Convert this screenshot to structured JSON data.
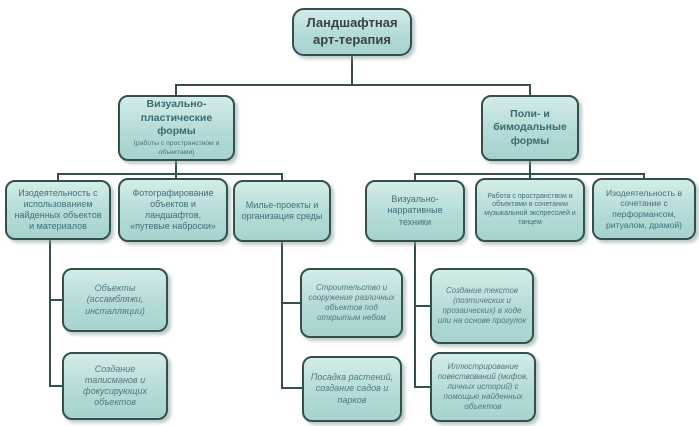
{
  "diagram": {
    "title": "Ландшафтная арт-терапия",
    "colors": {
      "box_fill_top": "#d3ece9",
      "box_fill_bottom": "#a6d3cf",
      "box_border": "#33504f",
      "connector": "#33504f",
      "root_text": "#3a4145",
      "branch_text": "#3a6a74",
      "leaf_text": "#527780"
    },
    "nodes": {
      "root": {
        "label": "Ландшафтная арт-терапия"
      },
      "visual_plastic_forms": {
        "label": "Визуально-пластические формы",
        "sublabel": "(работы с пространством и объектами)"
      },
      "poly_bimodal_forms": {
        "label": "Поли- и бимодальные формы"
      },
      "izo_found_objects": {
        "label": "Изодеятельность с использованием найденных объектов и материалов"
      },
      "photography": {
        "label": "Фотографирование объектов и ландшафтов, «путевые наброски»"
      },
      "milieu_projects": {
        "label": "Милье-проекты и организация среды"
      },
      "visual_narrative": {
        "label": "Визуально-нарративные техники"
      },
      "space_music_dance": {
        "label": "Работа с пространством и объектами в сочетании музыкальной экспрессией и танцем"
      },
      "izo_performance": {
        "label": "Изодеятельность в сочетании с перформансом, ритуалом, драмой)"
      },
      "objects_assemblage": {
        "label": "Объекты (ассамбляжи, инсталляции)"
      },
      "talismans": {
        "label": "Создание талисманов и фокусирующих объектов"
      },
      "construction": {
        "label": "Строительство и сооружение различных объектов под открытым небом"
      },
      "planting": {
        "label": "Посадка растений, создание садов и парков"
      },
      "walk_texts": {
        "label": "Создание текстов (поэтических и прозаических) в ходе или на основе прогулок"
      },
      "illustration": {
        "label": "Иллюстрирование повествований (мифов, личных историй) с помощью найденных объектов"
      }
    }
  }
}
